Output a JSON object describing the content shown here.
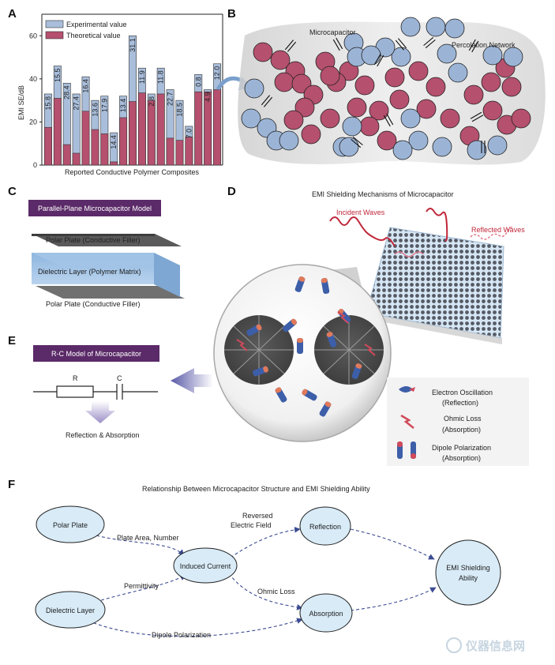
{
  "panels": {
    "a": "A",
    "b": "B",
    "c": "C",
    "d": "D",
    "e": "E",
    "f": "F"
  },
  "chart_data": {
    "type": "bar",
    "xlabel": "Reported Conductive Polymer Composites",
    "ylabel": "EMI SE/dB",
    "ylim": [
      0,
      70
    ],
    "yticks": [
      0,
      20,
      40,
      60
    ],
    "legend_position": "top-left",
    "series": [
      {
        "name": "Experimental value",
        "color": "#a9bedb",
        "values": [
          33,
          46,
          38,
          33,
          41,
          30,
          32,
          15,
          32,
          60,
          45,
          33,
          45,
          35,
          30,
          18,
          42,
          35,
          47
        ]
      },
      {
        "name": "Theoretical value",
        "color": "#b5506e",
        "values": [
          17.5,
          31,
          9.5,
          5.5,
          25,
          16.5,
          14.5,
          1.5,
          22,
          29.5,
          33.5,
          30,
          33,
          12.5,
          11.5,
          13,
          34,
          34,
          35
        ]
      }
    ],
    "bar_labels": [
      "15.8",
      "15.5",
      "28.4",
      "27.4",
      "16.4",
      "13.6",
      "17.9",
      "14.4",
      "13.4",
      "31.1",
      "11.9",
      "2.8",
      "11.8",
      "22.7",
      "18.5",
      "7.0",
      "0.8",
      "4.9",
      "12.0"
    ]
  },
  "panel_b": {
    "microcapacitor": "Microcapacitor",
    "percolation": "Percolation Network"
  },
  "panel_c": {
    "title": "Parallel-Plane Microcapacitor Model",
    "top_plate": "Polar Plate (Conductive Filler)",
    "dielectric": "Dielectric Layer (Polymer Matrix)",
    "bottom_plate": "Polar Plate (Conductive Filler)"
  },
  "panel_d": {
    "title": "EMI Shielding Mechanisms of Microcapacitor",
    "incident": "Incident Waves",
    "reflected": "Reflected Waves",
    "legend": [
      {
        "line1": "Electron Oscillation",
        "line2": "(Reflection)"
      },
      {
        "line1": "Ohmic Loss",
        "line2": "(Absorption)"
      },
      {
        "line1": "Dipole Polarization",
        "line2": "(Absorption)"
      }
    ]
  },
  "panel_e": {
    "title": "R-C Model of Microcapacitor",
    "r_label": "R",
    "c_label": "C",
    "result": "Reflection & Absorption"
  },
  "panel_f": {
    "title": "Relationship Between Microcapacitor Structure and EMI Shielding Ability",
    "nodes": {
      "polar_plate": "Polar Plate",
      "dielectric_layer": "Dielectric Layer",
      "induced_current": "Induced Current",
      "reflection": "Reflection",
      "absorption": "Absorption",
      "emi_line1": "EMI Shielding",
      "emi_line2": "Ability"
    },
    "edges": {
      "plate_area": "Plate Area, Number",
      "permittivity": "Permittivity",
      "reversed_line1": "Reversed",
      "reversed_line2": "Electric Field",
      "ohmic": "Ohmic Loss",
      "dipole": "Dipole Polarization"
    }
  },
  "watermark": "仪器信息网"
}
